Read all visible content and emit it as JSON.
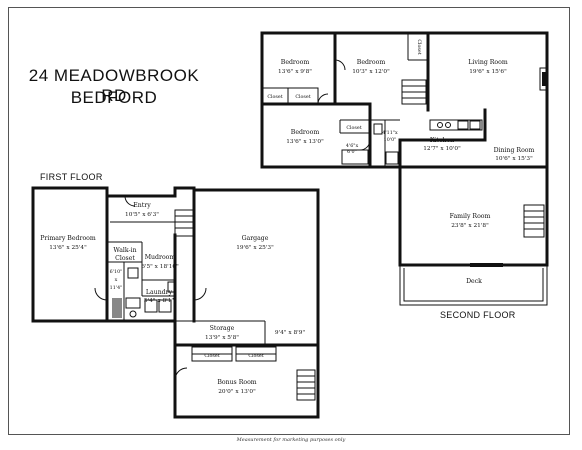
{
  "header": {
    "address": "24 MEADOWBROOK RD",
    "town": "BEDFORD"
  },
  "floors": {
    "first": "FIRST FLOOR",
    "second": "SECOND FLOOR"
  },
  "rooms": {
    "bed1": {
      "name": "Bedroom",
      "dim": "13'6\" x 9'8\""
    },
    "bed2": {
      "name": "Bedroom",
      "dim": "10'3\" x 12'0\""
    },
    "living": {
      "name": "Living Room",
      "dim": "19'6\" x 15'6\""
    },
    "bed3": {
      "name": "Bedroom",
      "dim": "13'6\" x 13'0\""
    },
    "kitchen": {
      "name": "Kitchen",
      "dim": "12'7\" x 10'0\""
    },
    "dining": {
      "name": "Dining Room",
      "dim": "10'6\" x 15'3\""
    },
    "family": {
      "name": "Family Room",
      "dim": "23'8\" x 21'8\""
    },
    "deck": {
      "name": "Deck"
    },
    "primary": {
      "name": "Primary Bedroom",
      "dim": "13'6\" x 25'4\""
    },
    "entry": {
      "name": "Entry",
      "dim": "10'5\" x 6'3\""
    },
    "garage": {
      "name": "Gargage",
      "dim": "19'6\" x 25'3\""
    },
    "walkin": {
      "name": "Walk-in",
      "name2": "Closet"
    },
    "mudroom": {
      "name": "Mudroom",
      "dim": "6'5\" x 18'10\""
    },
    "laundry": {
      "name": "Laundry",
      "dim": "5'4\" x 8'1\""
    },
    "storage": {
      "name": "Storage",
      "dim": "13'9\" x 5'8\""
    },
    "bonus": {
      "name": "Bonus Room",
      "dim": "20'0\" x 13'0\""
    }
  },
  "small_labels": {
    "closet": "Closet",
    "bath_up": "4'11\"x",
    "bath_up2": "10'0\"",
    "bath_up_left": "4'6\"x",
    "bath_up_left2": "6'0\"",
    "bath_down_1": "6'10\"",
    "bath_down_2": "x",
    "bath_down_3": "11'4\"",
    "garage_nook": "9'4\" x 8'9\""
  },
  "footer": "Measurement for marketing purposes only"
}
